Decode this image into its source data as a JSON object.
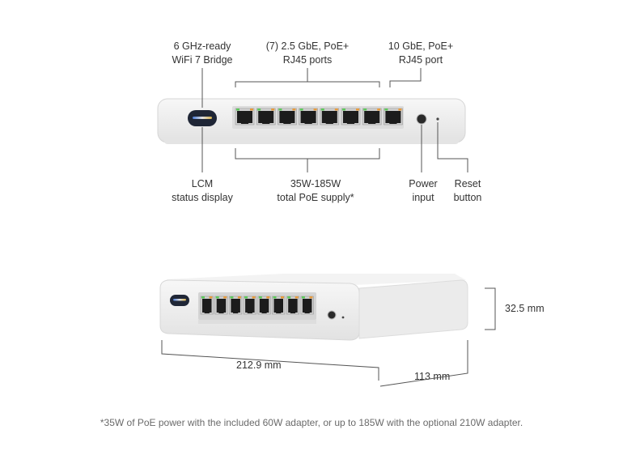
{
  "callouts": {
    "wifi_bridge": [
      "6 GHz-ready",
      "WiFi 7 Bridge"
    ],
    "ports_25": [
      "(7) 2.5 GbE, PoE+",
      "RJ45 ports"
    ],
    "port_10": [
      "10 GbE, PoE+",
      "RJ45 port"
    ],
    "lcm": [
      "LCM",
      "status display"
    ],
    "poe_supply": [
      "35W-185W",
      "total PoE supply*"
    ],
    "power": [
      "Power",
      "input"
    ],
    "reset": [
      "Reset",
      "button"
    ]
  },
  "dimensions": {
    "height": "32.5 mm",
    "width": "212.9 mm",
    "depth": "113 mm"
  },
  "footnote": "*35W of PoE power with the included 60W adapter, or up to 185W with the optional 210W adapter.",
  "colors": {
    "port_led_green": "#5cc85a",
    "port_led_orange": "#e69a3c",
    "leader_line": "#555555"
  }
}
